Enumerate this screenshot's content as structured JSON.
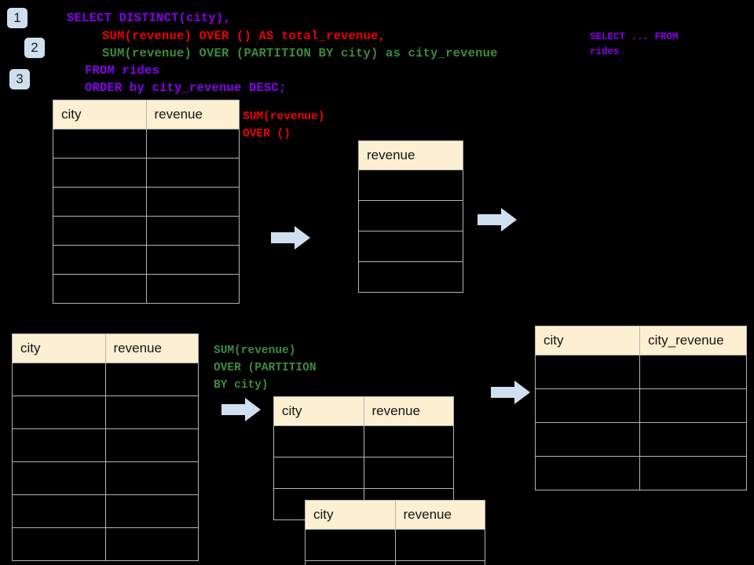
{
  "theme": {
    "background": "#000000",
    "badge_bg": "#cfdff0",
    "badge_fg": "#1c1c1c",
    "table_header_bg": "#fdf0d2",
    "table_border": "#b4b4b4",
    "arrow_color": "#cfdff0",
    "sql_keyword_color": "#8800ee",
    "sql_red_color": "#ee0000",
    "sql_green_color": "#3d8b3d"
  },
  "badges": [
    {
      "label": "1"
    },
    {
      "label": "2"
    },
    {
      "label": "3"
    }
  ],
  "sql": {
    "lines": [
      {
        "text": "SELECT DISTINCT(city),",
        "color": "purple"
      },
      {
        "text": "SUM(revenue) OVER () AS total_revenue,",
        "color": "red"
      },
      {
        "text": "SUM(revenue) OVER (PARTITION BY city) as city_revenue",
        "color": "green"
      },
      {
        "text": "FROM rides",
        "color": "purple"
      },
      {
        "text": "ORDER by city_revenue DESC;",
        "color": "purple"
      }
    ],
    "side_note": "SELECT ... FROM\nrides"
  },
  "annotations": {
    "total_revenue": "SUM(revenue)\nOVER ()",
    "city_revenue": "SUM(revenue)\nOVER (PARTITION\nBY city)"
  },
  "arrows": [
    {
      "name": "arrow-rides-to-total"
    },
    {
      "name": "arrow-total-to-final"
    },
    {
      "name": "arrow-rides-to-partition"
    },
    {
      "name": "arrow-partition-to-final"
    }
  ],
  "tables": {
    "rides_source_top": {
      "headers": [
        "city",
        "revenue"
      ],
      "row_count": 6
    },
    "total_revenue": {
      "headers": [
        "revenue"
      ],
      "row_count": 4
    },
    "rides_source_bottom": {
      "headers": [
        "city",
        "revenue"
      ],
      "row_count": 6
    },
    "partition_back": {
      "headers": [
        "city",
        "revenue"
      ],
      "row_count": 3
    },
    "partition_front": {
      "headers": [
        "city",
        "revenue"
      ],
      "row_count": 2
    },
    "result": {
      "headers": [
        "city",
        "city_revenue"
      ],
      "row_count": 4
    }
  }
}
